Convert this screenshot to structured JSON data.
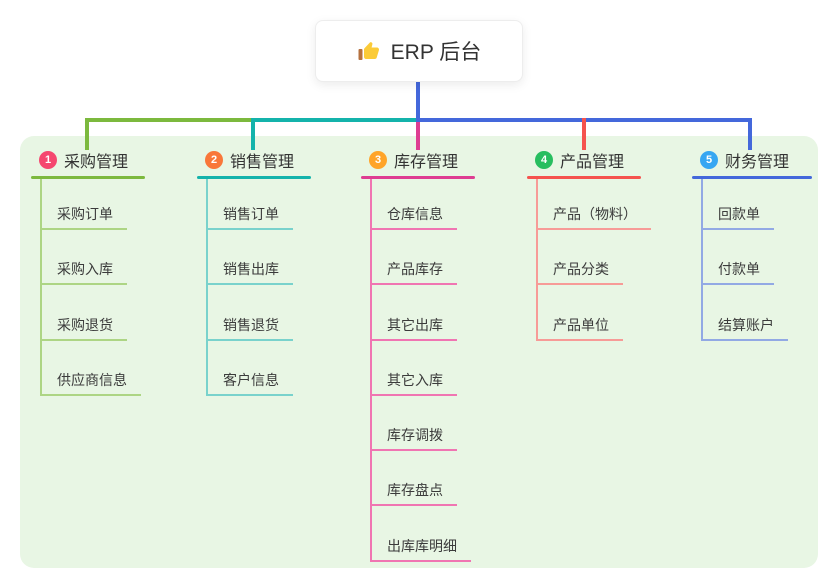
{
  "root": {
    "icon": "thumbs-up",
    "label": "ERP 后台"
  },
  "panel_bg": "#E8F6E4",
  "stem_color": "#4468DB",
  "branches": [
    {
      "num": "1",
      "title": "采购管理",
      "colors": {
        "badge": "#F5476F",
        "main": "#7CB93E",
        "light": "#ADD584"
      },
      "items": [
        "采购订单",
        "采购入库",
        "采购退货",
        "供应商信息"
      ]
    },
    {
      "num": "2",
      "title": "销售管理",
      "colors": {
        "badge": "#F97739",
        "main": "#14B3AB",
        "light": "#79D2CC"
      },
      "items": [
        "销售订单",
        "销售出库",
        "销售退货",
        "客户信息"
      ]
    },
    {
      "num": "3",
      "title": "库存管理",
      "colors": {
        "badge": "#FFA428",
        "main": "#DE3D92",
        "light": "#F075B2"
      },
      "items": [
        "仓库信息",
        "产品库存",
        "其它出库",
        "其它入库",
        "库存调拨",
        "库存盘点",
        "出库库明细"
      ]
    },
    {
      "num": "4",
      "title": "产品管理",
      "colors": {
        "badge": "#27BE5F",
        "main": "#F5534E",
        "light": "#F79B97"
      },
      "items": [
        "产品（物料）",
        "产品分类",
        "产品单位"
      ]
    },
    {
      "num": "5",
      "title": "财务管理",
      "colors": {
        "badge": "#36A6F2",
        "main": "#4468DB",
        "light": "#92A9E4"
      },
      "items": [
        "回款单",
        "付款单",
        "结算账户"
      ]
    }
  ]
}
